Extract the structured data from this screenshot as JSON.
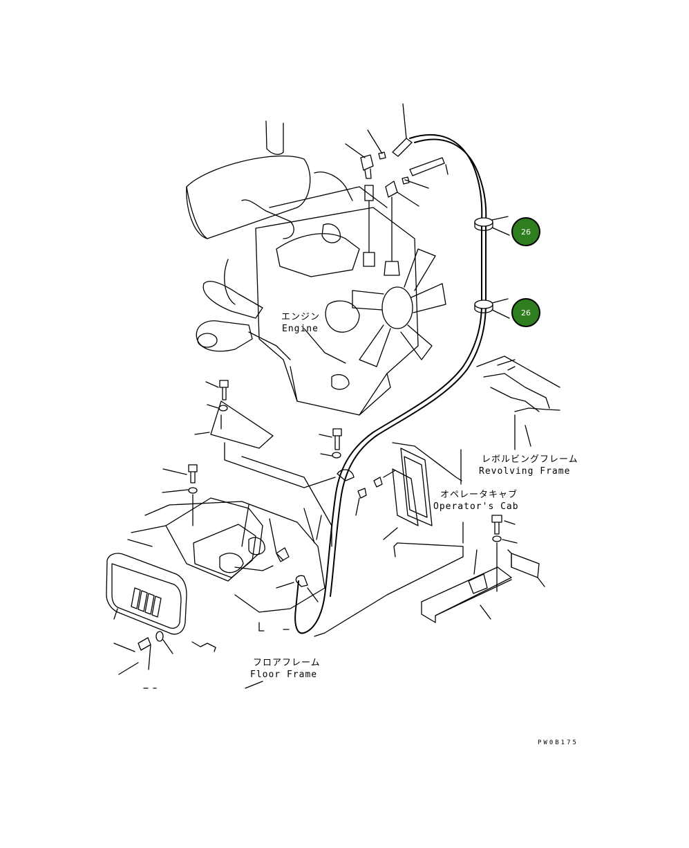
{
  "labels": {
    "engine_jp": "エンジン",
    "engine_en": "Engine",
    "revolving_jp": "レボルビングフレーム",
    "revolving_en": "Revolving Frame",
    "cab_jp": "オペレータキャブ",
    "cab_en": "Operator's Cab",
    "floor_jp": "フロアフレーム",
    "floor_en": "Floor Frame"
  },
  "callouts": [
    {
      "number": "26"
    },
    {
      "number": "26"
    }
  ],
  "callout_color": "#2e7d1e",
  "drawing_code": "PW0B175"
}
